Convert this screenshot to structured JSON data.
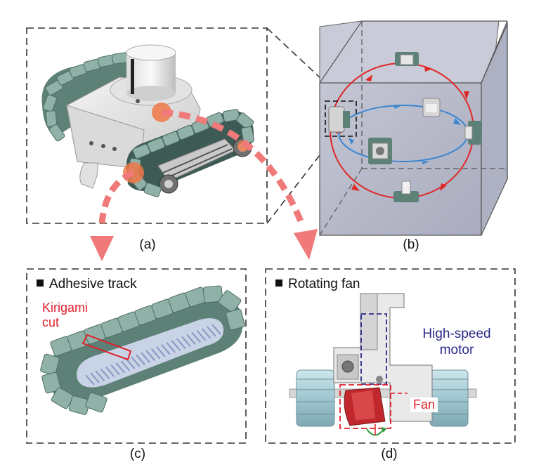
{
  "captions": {
    "a": "(a)",
    "b": "(b)",
    "c": "(c)",
    "d": "(d)"
  },
  "panel_c": {
    "heading": "Adhesive track",
    "kirigami_label": "Kirigami cut"
  },
  "panel_d": {
    "heading": "Rotating fan",
    "motor_label": "High-speed motor",
    "fan_label": "Fan"
  },
  "colors": {
    "track_teal": "#8fb1a8",
    "track_teal_dark": "#5d8077",
    "body_white": "#e8e8e8",
    "highlight_orange": "#f07848",
    "arrow_pink": "#f07a7a",
    "loop_red": "#e02828",
    "loop_blue": "#3a86d0",
    "box_fill": "#b9bccc",
    "label_red": "#e0202c",
    "label_blue": "#2a2a88"
  }
}
